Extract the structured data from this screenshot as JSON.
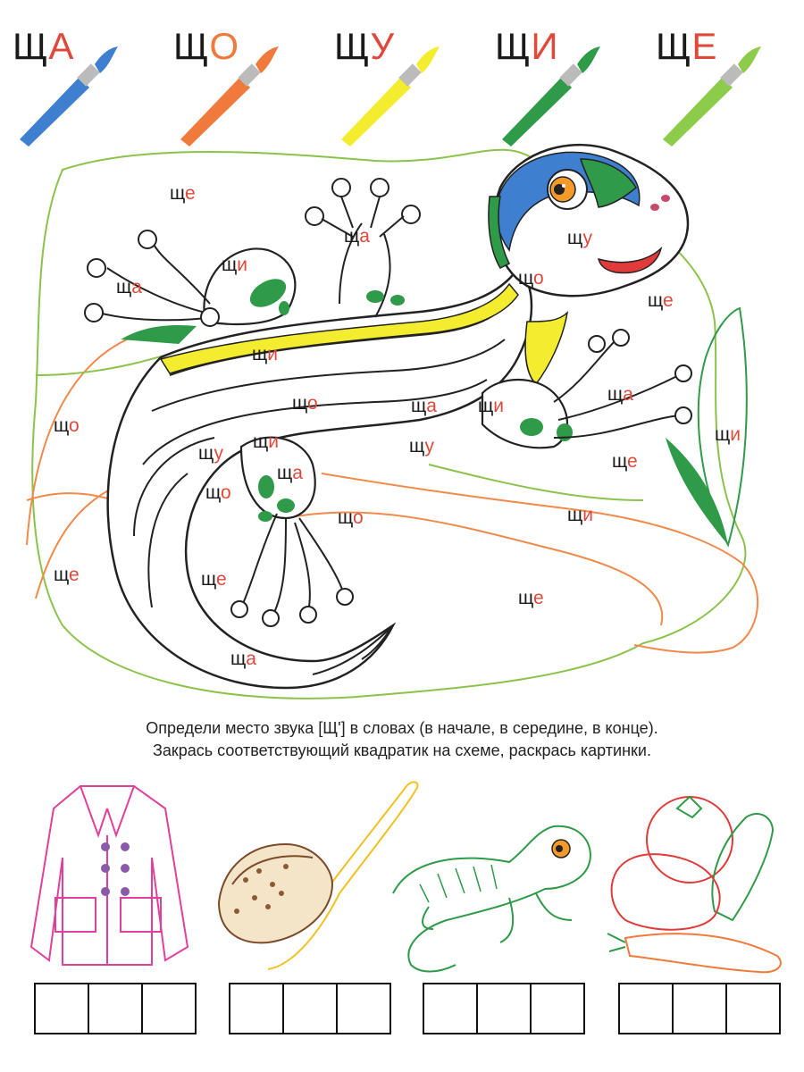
{
  "legend": [
    {
      "consonant": "Щ",
      "vowel": "А",
      "color_name": "blue",
      "color": "#3f7fd0",
      "vowel_color": "#e0483a"
    },
    {
      "consonant": "Щ",
      "vowel": "О",
      "color_name": "orange",
      "color": "#f07a3c",
      "vowel_color": "#e0483a"
    },
    {
      "consonant": "Щ",
      "vowel": "У",
      "color_name": "yellow",
      "color": "#f4ec2e",
      "vowel_color": "#e0483a"
    },
    {
      "consonant": "Щ",
      "vowel": "И",
      "color_name": "dark green",
      "color": "#2f9a48",
      "vowel_color": "#e0483a"
    },
    {
      "consonant": "Щ",
      "vowel": "Е",
      "color_name": "light green",
      "color": "#8ccc4a",
      "vowel_color": "#e0483a"
    }
  ],
  "syllables": [
    {
      "c": "щ",
      "v": "е"
    },
    {
      "c": "щ",
      "v": "а"
    },
    {
      "c": "щ",
      "v": "и"
    },
    {
      "c": "щ",
      "v": "а"
    },
    {
      "c": "щ",
      "v": "у"
    },
    {
      "c": "щ",
      "v": "о"
    },
    {
      "c": "щ",
      "v": "е"
    },
    {
      "c": "щ",
      "v": "и"
    },
    {
      "c": "щ",
      "v": "о"
    },
    {
      "c": "щ",
      "v": "а"
    },
    {
      "c": "щ",
      "v": "и"
    },
    {
      "c": "щ",
      "v": "а"
    },
    {
      "c": "щ",
      "v": "о"
    },
    {
      "c": "щ",
      "v": "у"
    },
    {
      "c": "щ",
      "v": "и"
    },
    {
      "c": "щ",
      "v": "у"
    },
    {
      "c": "щ",
      "v": "е"
    },
    {
      "c": "щ",
      "v": "и"
    },
    {
      "c": "щ",
      "v": "а"
    },
    {
      "c": "щ",
      "v": "о"
    },
    {
      "c": "щ",
      "v": "о"
    },
    {
      "c": "щ",
      "v": "и"
    },
    {
      "c": "щ",
      "v": "е"
    },
    {
      "c": "щ",
      "v": "е"
    },
    {
      "c": "щ",
      "v": "е"
    },
    {
      "c": "щ",
      "v": "а"
    }
  ],
  "instructions": {
    "line1": "Определи место звука [Щ'] в словах (в начале, в середине, в конце).",
    "line2": "Закрась соответствующий квадратик на схеме, раскрась картинки."
  },
  "pictures": [
    {
      "icon": "coat-icon",
      "scheme_cells": 3
    },
    {
      "icon": "brush-icon",
      "scheme_cells": 3
    },
    {
      "icon": "lizard-icon",
      "scheme_cells": 3
    },
    {
      "icon": "vegetables-icon",
      "scheme_cells": 3
    }
  ]
}
